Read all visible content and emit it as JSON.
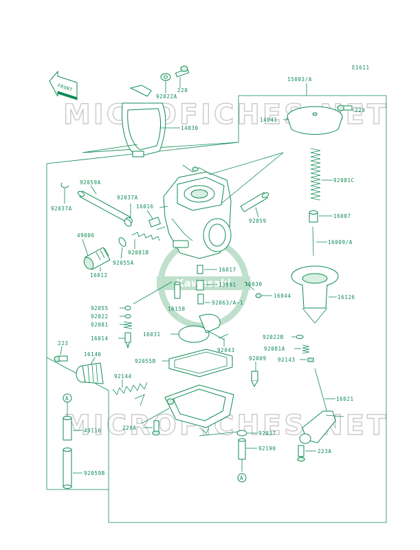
{
  "diagram_id": "E1611",
  "front_label": "FRONT",
  "watermark_text": "MICROFICHES.NET",
  "logo_text": "Kawasaki",
  "colors": {
    "line": "#0d8a55",
    "watermark": "#c9c9c9",
    "background": "#ffffff"
  },
  "labels": {
    "p220_top": "220",
    "p92022A": "92022A",
    "p14030": "14030",
    "p15003A": "15003/A",
    "p220_right": "220",
    "p14041": "14041",
    "p92081C": "92081C",
    "p16007": "16007",
    "p16009A": "16009/A",
    "p16126": "16126",
    "p92059A": "92059A",
    "p92037A_left": "92037A",
    "p92037A_mid": "92037A",
    "p16016": "16016",
    "p92059": "92059",
    "p49006": "49006",
    "p92081B": "92081B",
    "p92055A": "92055A",
    "p16012": "16012",
    "p16017": "16017",
    "p13091": "13091",
    "p16030": "16030",
    "p16044": "16044",
    "p92063A1": "92063/A~1",
    "p16158": "16158",
    "p92055": "92055",
    "p92022": "92022",
    "p92081": "92081",
    "p16014": "16014",
    "p16031": "16031",
    "p92043": "92043",
    "p92022B": "92022B",
    "p92081A": "92081A",
    "p92143": "92143",
    "p223_left": "223",
    "p16146": "16146",
    "p92055B": "92055B",
    "p92009": "92009",
    "p92144": "92144",
    "p16021": "16021",
    "pA_left": "A",
    "p49116": "49116",
    "p220A": "220A",
    "p92037": "92037",
    "p92190": "92190",
    "p223A": "223A",
    "p92059B": "92059B",
    "pA_bottom": "A"
  }
}
